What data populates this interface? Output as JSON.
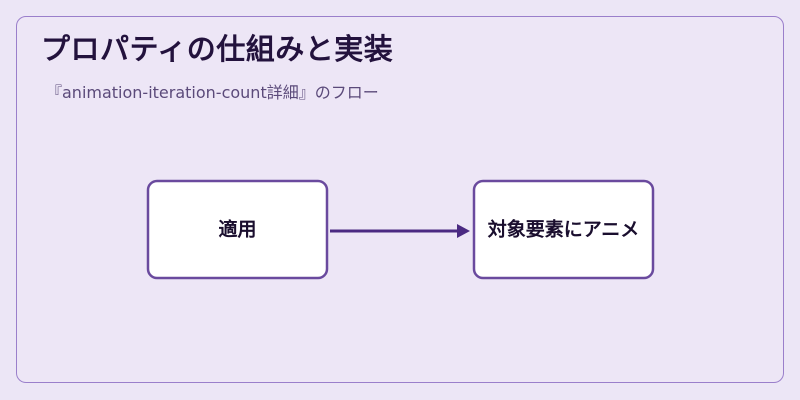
{
  "header": {
    "title": "プロパティの仕組みと実装",
    "subtitle": "『animation-iteration-count詳細』のフロー"
  },
  "diagram": {
    "nodes": [
      {
        "id": "apply",
        "label": "適用"
      },
      {
        "id": "animate",
        "label": "対象要素にアニメ"
      }
    ],
    "edges": [
      {
        "from": "apply",
        "to": "animate"
      }
    ]
  },
  "colors": {
    "background": "#ece6f6",
    "border": "#9a7fcb",
    "node_stroke": "#6a4a9e",
    "arrow": "#4b2a82",
    "title_text": "#23123d"
  }
}
